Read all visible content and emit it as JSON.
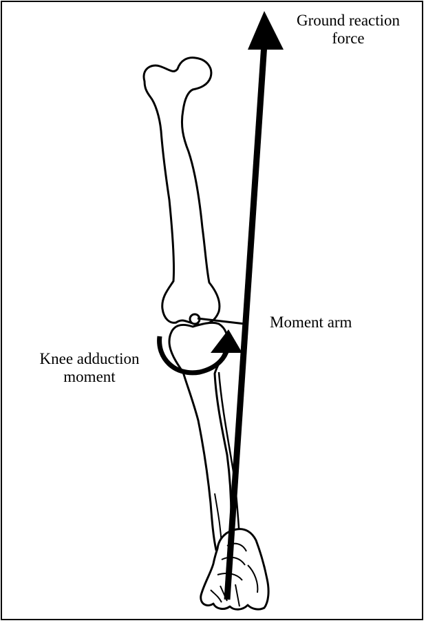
{
  "labels": {
    "ground_reaction_force": [
      "Ground reaction",
      "force"
    ],
    "moment_arm": "Moment arm",
    "knee_adduction_moment": [
      "Knee adduction",
      "moment"
    ]
  },
  "colors": {
    "ink": "#000000",
    "background": "#ffffff"
  }
}
